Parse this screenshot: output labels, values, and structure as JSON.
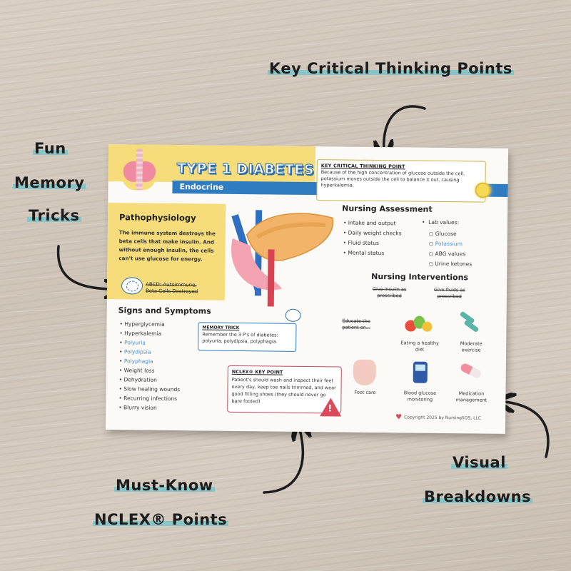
{
  "callouts": {
    "top": "Key Critical Thinking Points",
    "left_1": "Fun",
    "left_2": "Memory",
    "left_3": "Tricks",
    "bottom_1": "Must-Know",
    "bottom_2": "NCLEX® Points",
    "right_1": "Visual",
    "right_2": "Breakdowns"
  },
  "card": {
    "title": "TYPE 1 DIABETES",
    "subtitle": "Endocrine",
    "kct_title": "KEY CRITICAL THINKING POINT",
    "kct_text": "Because of the high concentration of glucose outside the cell, potassium moves outside the cell to balance it out, causing hyperkalemia.",
    "patho_heading": "Pathophysiology",
    "patho_text": "The immune system destroys the beta cells that make insulin. And without enough insulin, the cells can't use glucose for energy.",
    "abcd_1": "ABCD: Autoimmune,",
    "abcd_2": "Beta Cells Destroyed",
    "nursing_assessment_heading": "Nursing Assessment",
    "assessment_items": [
      "Intake and output",
      "Daily weight checks",
      "Fluid status",
      "Mental status"
    ],
    "lab_heading": "Lab values:",
    "lab_items": [
      "Glucose",
      "Potassium",
      "ABG values",
      "Urine ketones"
    ],
    "interventions_heading": "Nursing Interventions",
    "give_insulin_1": "Give insulin as",
    "give_insulin_2": "prescribed",
    "give_fluids_1": "Give fluids as",
    "give_fluids_2": "prescribed",
    "signs_heading": "Signs and Symptoms",
    "signs_items": [
      "Hyperglycemia",
      "Hyperkalemia",
      "Polyuria",
      "Polydipsia",
      "Polyphagia",
      "Weight loss",
      "Dehydration",
      "Slow healing wounds",
      "Recurring infections",
      "Blurry vision"
    ],
    "memory_title": "MEMORY TRICK",
    "memory_text_1": "Remember the 3 P's of diabetes:",
    "memory_text_2": "polyuria, polydipsia, polyphagia.",
    "educate_1": "Educate the",
    "educate_2": "patient on...",
    "healthy_diet_1": "Eating a healthy",
    "healthy_diet_2": "diet",
    "exercise_1": "Moderate",
    "exercise_2": "exercise",
    "foot_care": "Foot care",
    "glucose_1": "Blood glucose",
    "glucose_2": "monitoring",
    "medication_1": "Medication",
    "medication_2": "management",
    "nclex_title": "NCLEX® KEY POINT",
    "nclex_text": "Patient's should wash and inspect their feet every day, keep toe nails trimmed, and wear good fitting shoes (they should never go bare footed)",
    "copyright": "Copyright 2025 by NursingSOS, LLC"
  },
  "colors": {
    "accent_blue": "#2f7cc0",
    "header_yellow": "#f6dc7a",
    "highlight_teal": "#70c4cd",
    "nclex_red": "#c24a62"
  }
}
